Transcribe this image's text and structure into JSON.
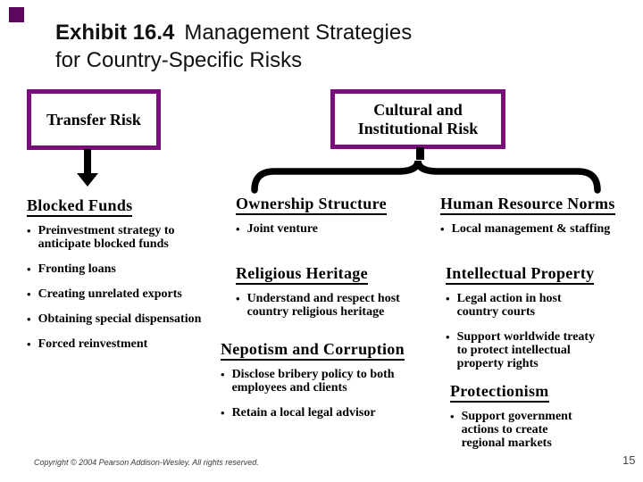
{
  "title": {
    "exhibit": "Exhibit 16.4",
    "rest": "Management Strategies",
    "line2": "for Country-Specific Risks"
  },
  "risk_boxes": {
    "transfer": "Transfer Risk",
    "cultural": "Cultural and\nInstitutional Risk"
  },
  "sections": {
    "blocked": {
      "title": "Blocked Funds",
      "items": [
        "Preinvestment strategy to\nanticipate blocked funds",
        "Fronting loans",
        "Creating unrelated exports",
        "Obtaining special dispensation",
        "Forced reinvestment"
      ]
    },
    "ownership": {
      "title": "Ownership Structure",
      "items": [
        "Joint venture"
      ]
    },
    "religious": {
      "title": "Religious Heritage",
      "items": [
        "Understand and respect host\ncountry religious heritage"
      ]
    },
    "nepotism": {
      "title": "Nepotism and Corruption",
      "items": [
        "Disclose bribery policy to both\nemployees and clients",
        "Retain a local legal advisor"
      ]
    },
    "hr": {
      "title": "Human Resource Norms",
      "items": [
        "Local management & staffing"
      ]
    },
    "ip": {
      "title": "Intellectual Property",
      "items": [
        "Legal action in host\ncountry courts",
        "Support worldwide treaty\nto protect intellectual\nproperty rights"
      ]
    },
    "protectionism": {
      "title": "Protectionism",
      "items": [
        "Support government\nactions to create\nregional markets"
      ]
    }
  },
  "footer": {
    "copyright": "Copyright © 2004 Pearson Addison-Wesley. All rights reserved.",
    "page_number": "15"
  },
  "colors": {
    "box_border": "#7a0d7a",
    "logo": "#5c075c"
  }
}
